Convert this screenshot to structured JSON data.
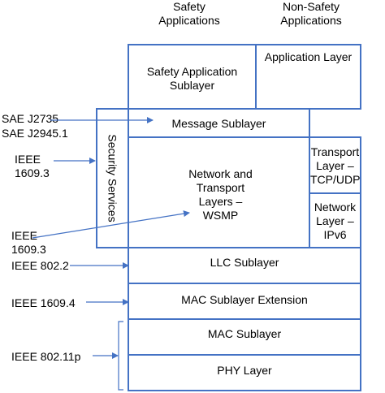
{
  "headers": {
    "safety": [
      "Safety",
      "Applications"
    ],
    "non_safety": [
      "Non-Safety",
      "Applications"
    ]
  },
  "layers": {
    "safety_application_sublayer": [
      "Safety Application",
      "Sublayer"
    ],
    "application_layer": "Application Layer",
    "security_services": "Security Services",
    "message_sublayer": "Message Sublayer",
    "network_transport_wsmp": [
      "Network and",
      "Transport",
      "Layers –",
      "WSMP"
    ],
    "transport_layer": [
      "Transport",
      "Layer –",
      "TCP/UDP"
    ],
    "network_layer": [
      "Network",
      "Layer –",
      "IPv6"
    ],
    "llc_sublayer": "LLC Sublayer",
    "mac_sublayer_extension": "MAC Sublayer Extension",
    "mac_sublayer": "MAC Sublayer",
    "phy_layer": "PHY Layer"
  },
  "standards": {
    "sae_j2735": "SAE J2735",
    "sae_j2945_1": "SAE J2945.1",
    "ieee_1609_3_a": [
      "IEEE",
      "1609.3"
    ],
    "ieee_1609_3_b": [
      "IEEE",
      "1609.3"
    ],
    "ieee_802_2": "IEEE 802.2",
    "ieee_1609_4": "IEEE 1609.4",
    "ieee_802_11p": "IEEE 802.11p"
  },
  "colors": {
    "line": "#4472c4",
    "text": "#000000",
    "background": "#ffffff"
  }
}
